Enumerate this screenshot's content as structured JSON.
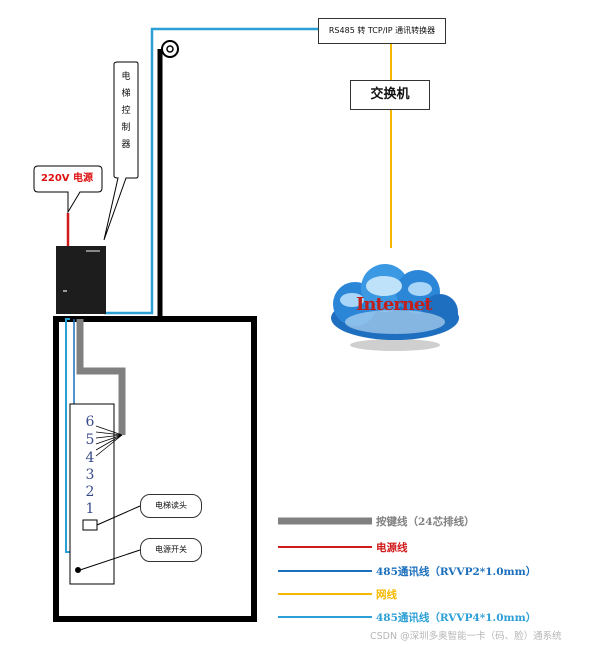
{
  "converter_label": "RS485 转 TCP/IP 通讯转换器",
  "switch_label": "交换机",
  "controller_label": [
    "电",
    "梯",
    "控",
    "制",
    "器"
  ],
  "power_label": "220V 电源",
  "internet_label": "Internet",
  "floors": [
    "6",
    "5",
    "4",
    "3",
    "2",
    "1"
  ],
  "induction_head_label": "电梯读头",
  "power_switch_label": "电源开关",
  "legend": [
    {
      "label": "按键线（24芯排线）",
      "color": "#808080"
    },
    {
      "label": "电源线",
      "color": "#d11a1a"
    },
    {
      "label": "485通讯线（RVVP2*1.0mm）",
      "color": "#1c6fbd"
    },
    {
      "label": "网线",
      "color": "#f5b800"
    },
    {
      "label": "485通讯线（RVVP4*1.0mm）",
      "color": "#2b9fd6"
    }
  ],
  "watermark": "CSDN @深圳多奥智能一卡（码、脸）通系统"
}
